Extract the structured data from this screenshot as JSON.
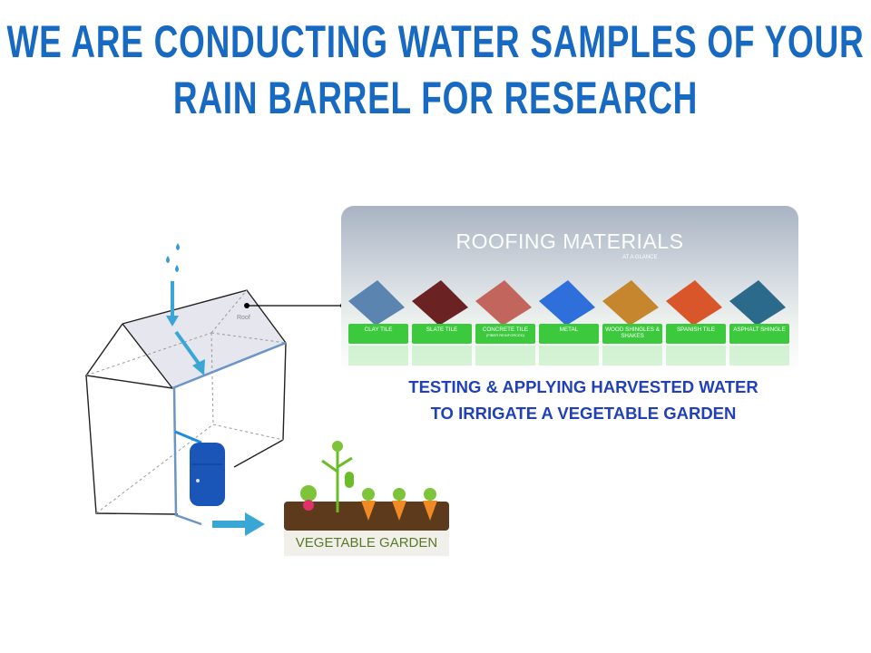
{
  "title": {
    "line1": "WE ARE CONDUCTING WATER SAMPLES OF YOUR",
    "line2": "RAIN BARREL FOR RESEARCH"
  },
  "diagram": {
    "roof_label": "Roof",
    "garden_label": "VEGETABLE GARDEN"
  },
  "roofing_panel": {
    "title": "ROOFING MATERIALS",
    "subtitle": "AT A GLANCE",
    "materials": [
      {
        "name": "CLAY TILE",
        "color": "#5b84b0"
      },
      {
        "name": "SLATE TILE",
        "color": "#6a2222"
      },
      {
        "name": "CONCRETE TILE",
        "note": "(FIBER REINFORCED)",
        "color": "#c2655c"
      },
      {
        "name": "METAL",
        "color": "#2f6fdc"
      },
      {
        "name": "WOOD SHINGLES & SHAKES",
        "color": "#c5862e"
      },
      {
        "name": "SPANISH TILE",
        "color": "#d9552a"
      },
      {
        "name": "ASPHALT SHINGLE",
        "color": "#2b6a8a"
      }
    ]
  },
  "caption": {
    "line1": "TESTING & APPLYING HARVESTED WATER",
    "line2": "TO IRRIGATE A VEGETABLE GARDEN"
  }
}
